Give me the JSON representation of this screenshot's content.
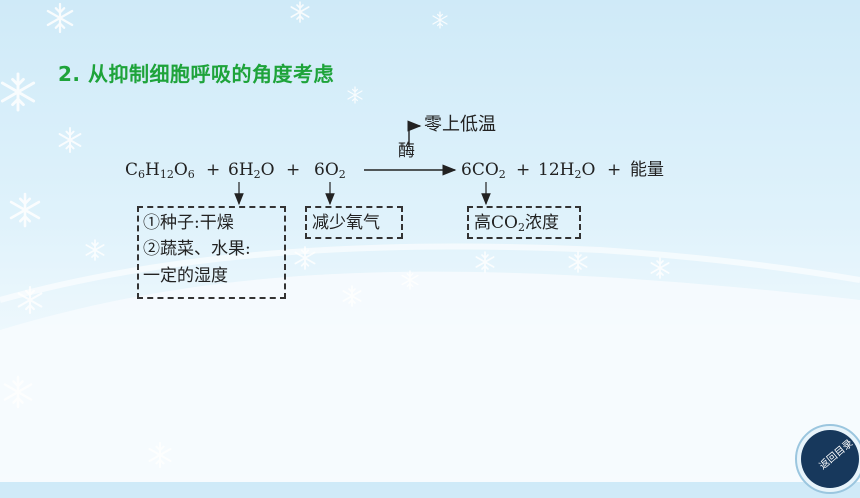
{
  "heading": "2. 从抑制细胞呼吸的角度考虑",
  "equation": {
    "reactant1": {
      "a": "C",
      "s1": "6",
      "b": "H",
      "s2": "12",
      "c": "O",
      "s3": "6"
    },
    "plus1": "+",
    "reactant2": {
      "a": "6H",
      "s1": "2",
      "b": "O"
    },
    "plus2": "+",
    "reactant3": {
      "a": "6O",
      "s1": "2"
    },
    "enzyme": "酶",
    "condition": "零上低温",
    "product1": {
      "a": "6CO",
      "s1": "2"
    },
    "plus3": "+",
    "product2": {
      "a": "12H",
      "s1": "2",
      "b": "O"
    },
    "plus4": "+",
    "product3": "能量"
  },
  "notes": {
    "box1": {
      "line1": "①种子:干燥",
      "line2": "②蔬菜、水果:",
      "line3": "一定的湿度"
    },
    "box2": "减少氧气",
    "box3": {
      "a": "高CO",
      "s1": "2",
      "b": "浓度"
    }
  },
  "nav": {
    "back_label": "返回目录"
  },
  "colors": {
    "heading": "#1ea33a",
    "background": "#dff2fb",
    "nav_button": "#17385c"
  }
}
